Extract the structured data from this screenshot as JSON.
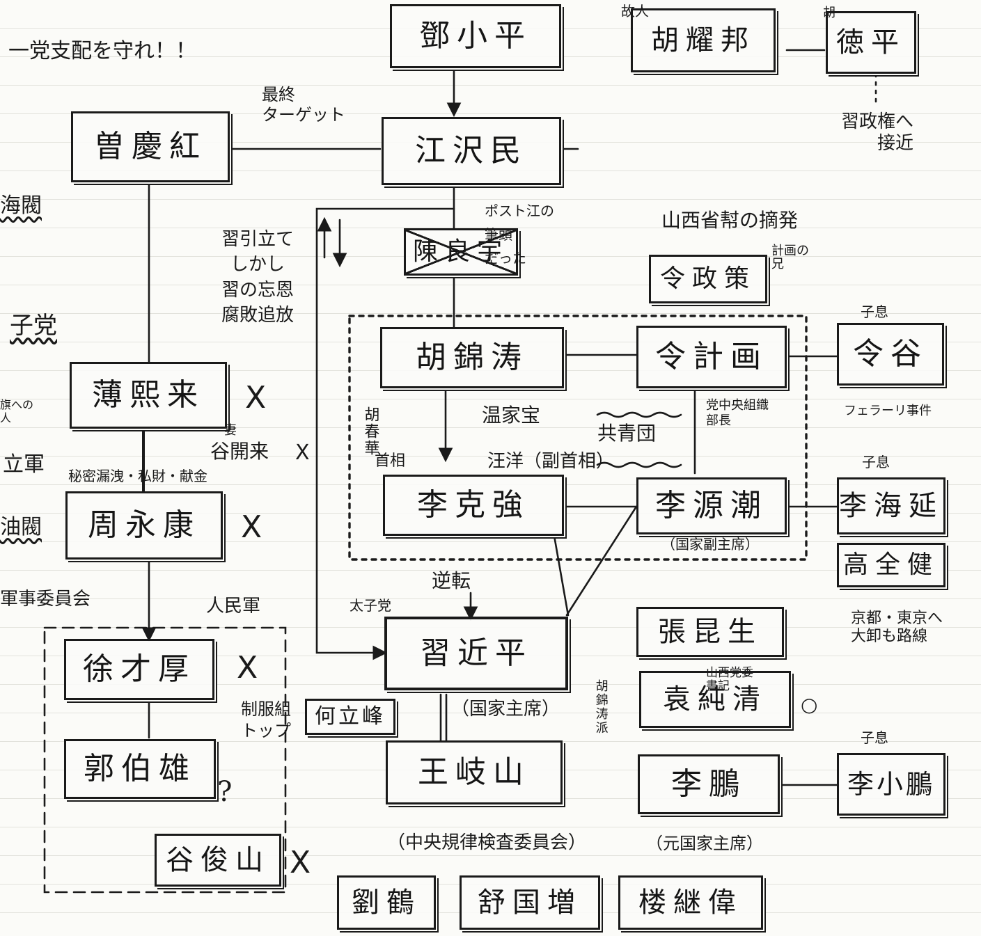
{
  "boxes": {
    "deng_xiaoping": "鄧小平",
    "hu_yaobang": "胡耀邦",
    "hu_deping": "徳平",
    "zeng_qinghong": "曽慶紅",
    "jiang_zemin": "江沢民",
    "chen_liangyu": "陳良宇",
    "ling_zhengce": "令政策",
    "hu_jintao": "胡錦涛",
    "ling_jihua": "令計画",
    "ling_gu": "令谷",
    "bo_xilai": "薄熙来",
    "zhou_yongkang": "周永康",
    "li_keqiang": "李克強",
    "li_yuanchao": "李源潮",
    "li_haiyan": "李海延",
    "gao_quanjian": "高全健",
    "xu_caihou": "徐才厚",
    "xi_jinping": "習近平",
    "zhang_kunsheng": "張昆生",
    "he_lifeng": "何立峰",
    "yuan_chunqing": "袁純清",
    "guo_boxiong": "郭伯雄",
    "wang_qishan": "王岐山",
    "li_peng": "李鵬",
    "li_xiaopeng": "李小鵬",
    "gu_junshan": "谷俊山",
    "liu_he": "劉鶴",
    "shu_guozeng": "舒国増",
    "lou_jiwei": "楼継偉"
  },
  "notes": {
    "slogan": "一党支配を守れ！！",
    "gujin": "故人",
    "hu_deping_top": "胡",
    "final_target": "最終\nターゲット",
    "xi_approach": "習政権へ\n接近",
    "post_jiang": "ポスト江の\n筆頭\nだった",
    "shanxi_gang": "山西省幇の摘発",
    "jiye_brother": "計画の\n兄",
    "son_1": "子息",
    "ferrari": "フェラーリ事件",
    "son_2": "子息",
    "son_3": "子息",
    "xi_lead": "習引立て\nしかし\n習の忘恩\n腐敗追放",
    "left_haiyang": "海閥",
    "left_zidang": "子党",
    "left_small": "旗への\n人",
    "left_lijun": "立軍",
    "left_youguan": "油閥",
    "left_junwei": "軍事委員会",
    "petroleum": "秘密漏洩・私財・献金",
    "wife": "妻",
    "gu_kailai": "谷開来",
    "hu_chunhua": "胡春華",
    "wen_jiabao": "温家宝",
    "gongqingtuan": "共青団",
    "central_org": "党中央組織\n部長",
    "premier": "首相",
    "wang_yang": "汪洋（副首相）",
    "vp": "（国家副主席）",
    "reversal": "逆転",
    "taizidang": "太子党",
    "pla": "人民軍",
    "uniform_group": "制服組\nトップ",
    "question": "?",
    "state_president": "（国家主席）",
    "shanxi_secretary": "山西党委\n書記",
    "hu_aide": "胡錦涛派",
    "circle_mark": "○",
    "jingbu": "京都・東京へ\n大卸も路線",
    "central_discipline": "（中央規律検査委員会）",
    "former_pres": "（元国家主席）",
    "x_bo": "X",
    "x_gu_kai": "X",
    "x_zhou": "X",
    "x_xu": "X",
    "x_gu": "X"
  }
}
